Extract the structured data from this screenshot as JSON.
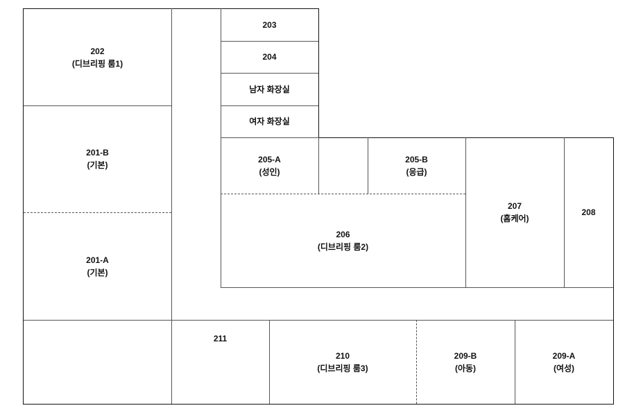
{
  "rooms": {
    "r202": {
      "number": "202",
      "name": "(디브리핑 룸1)"
    },
    "r201b": {
      "number": "201-B",
      "name": "(기본)"
    },
    "r201a": {
      "number": "201-A",
      "name": "(기본)"
    },
    "r203": {
      "number": "203"
    },
    "r204": {
      "number": "204"
    },
    "men_restroom": {
      "number": "남자 화장실"
    },
    "women_restroom": {
      "number": "여자 화장실"
    },
    "r205a": {
      "number": "205-A",
      "name": "(성인)"
    },
    "r205b": {
      "number": "205-B",
      "name": "(응급)"
    },
    "r206": {
      "number": "206",
      "name": "(디브리핑 룸2)"
    },
    "r207": {
      "number": "207",
      "name": "(홈케어)"
    },
    "r208": {
      "number": "208"
    },
    "r211": {
      "number": "211"
    },
    "r210": {
      "number": "210",
      "name": "(디브리핑 룸3)"
    },
    "r209b": {
      "number": "209-B",
      "name": "(아동)"
    },
    "r209a": {
      "number": "209-A",
      "name": "(여성)"
    }
  }
}
